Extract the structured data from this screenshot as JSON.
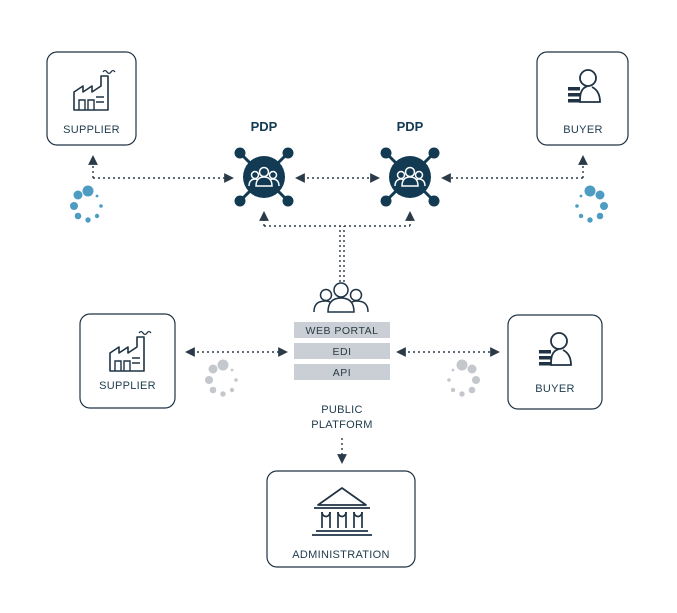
{
  "colors": {
    "navy": "#123a53",
    "line": "#2a3a48",
    "pill": "#c9cfd4",
    "spinner_blue": "#4f9cc2",
    "spinner_gray": "#c4c8cc"
  },
  "top": {
    "supplier_label": "SUPPLIER",
    "buyer_label": "BUYER",
    "pdp_left_label": "PDP",
    "pdp_right_label": "PDP"
  },
  "public_platform": {
    "channels": [
      "WEB PORTAL",
      "EDI",
      "API"
    ],
    "title_line1": "PUBLIC",
    "title_line2": "PLATFORM"
  },
  "bottom": {
    "supplier_label": "SUPPLIER",
    "buyer_label": "BUYER",
    "administration_label": "ADMINISTRATION"
  },
  "icons": [
    "factory-icon",
    "user-list-icon",
    "network-group-icon",
    "group-icon",
    "loading-spinner-icon",
    "government-building-icon"
  ]
}
